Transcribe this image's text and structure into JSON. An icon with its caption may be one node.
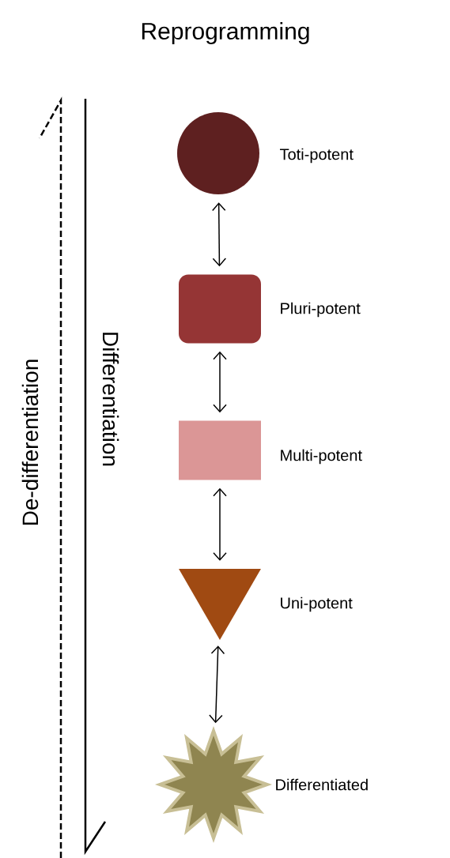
{
  "diagram": {
    "title": "Reprogramming",
    "nodes": [
      {
        "text": [],
        "shape": "circle",
        "beside": [
          "Toti-potent"
        ]
      },
      {
        "text": [],
        "shape": "box",
        "beside": [
          "Pluri-potent"
        ]
      },
      {
        "text": [],
        "shape": "box",
        "beside": [
          "Multi-potent"
        ]
      },
      {
        "text": [],
        "shape": "triangle",
        "beside": [
          "Uni-potent"
        ]
      },
      {
        "text": [],
        "shape": "star",
        "beside": [
          "Differentiated"
        ]
      }
    ],
    "edges": [
      {
        "from": 0,
        "to": 1,
        "arrow": "both"
      },
      {
        "from": 1,
        "to": 2,
        "arrow": "both"
      },
      {
        "from": 2,
        "to": 3,
        "arrow": "both"
      },
      {
        "from": 3,
        "to": 4,
        "arrow": "both"
      }
    ],
    "labels": [
      "De-differentiation",
      "Differentiation"
    ]
  }
}
